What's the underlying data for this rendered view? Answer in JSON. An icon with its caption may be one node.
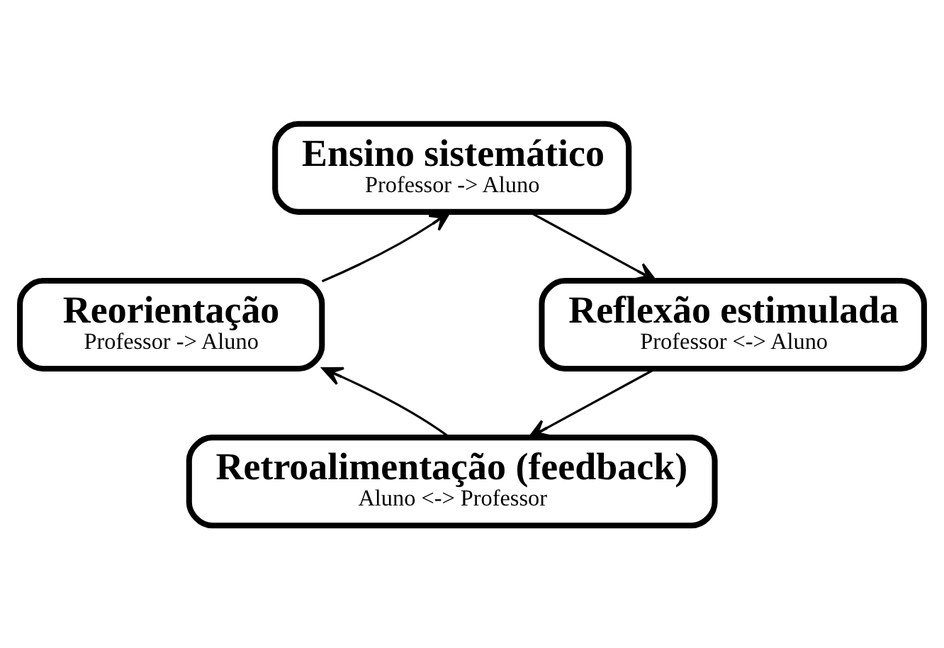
{
  "diagram": {
    "nodes": [
      {
        "text": [
          "Ensino sistemático",
          "Professor -> Aluno"
        ]
      },
      {
        "text": [
          "Reflexão estimulada",
          "Professor <-> Aluno"
        ]
      },
      {
        "text": [
          "Retroalimentação (feedback)",
          "Aluno <-> Professor"
        ]
      },
      {
        "text": [
          "Reorientação",
          "Professor -> Aluno"
        ]
      }
    ],
    "edges": [
      {
        "from": 0,
        "to": 1,
        "arrow": "to"
      },
      {
        "from": 1,
        "to": 2,
        "arrow": "to"
      },
      {
        "from": 2,
        "to": 3,
        "arrow": "to"
      },
      {
        "from": 3,
        "to": 0,
        "arrow": "to"
      }
    ]
  }
}
